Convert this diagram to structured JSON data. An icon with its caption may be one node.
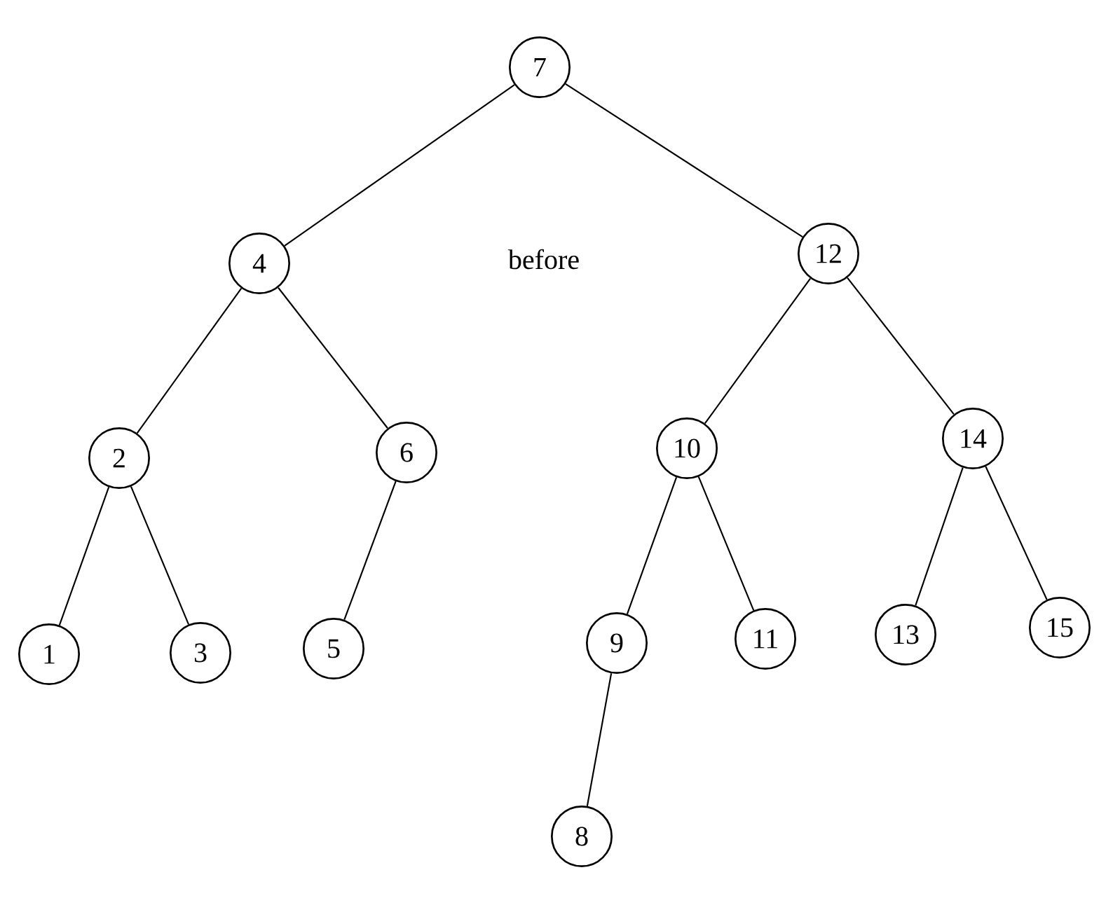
{
  "diagram": {
    "nodes": [
      {
        "text": [
          "7"
        ]
      },
      {
        "text": [
          "4"
        ]
      },
      {
        "text": [
          "12"
        ]
      },
      {
        "text": [
          "2"
        ]
      },
      {
        "text": [
          "6"
        ]
      },
      {
        "text": [
          "10"
        ]
      },
      {
        "text": [
          "14"
        ]
      },
      {
        "text": [
          "1"
        ]
      },
      {
        "text": [
          "3"
        ]
      },
      {
        "text": [
          "5"
        ]
      },
      {
        "text": [
          "9"
        ]
      },
      {
        "text": [
          "11"
        ]
      },
      {
        "text": [
          "13"
        ]
      },
      {
        "text": [
          "15"
        ]
      },
      {
        "text": [
          "8"
        ]
      }
    ],
    "edges": [
      {
        "from": 0,
        "to": 1,
        "arrow": "none"
      },
      {
        "from": 0,
        "to": 2,
        "arrow": "none"
      },
      {
        "from": 1,
        "to": 3,
        "arrow": "none"
      },
      {
        "from": 1,
        "to": 4,
        "arrow": "none"
      },
      {
        "from": 3,
        "to": 7,
        "arrow": "none"
      },
      {
        "from": 3,
        "to": 8,
        "arrow": "none"
      },
      {
        "from": 4,
        "to": 9,
        "arrow": "none"
      },
      {
        "from": 2,
        "to": 5,
        "arrow": "none"
      },
      {
        "from": 2,
        "to": 6,
        "arrow": "none"
      },
      {
        "from": 5,
        "to": 10,
        "arrow": "none"
      },
      {
        "from": 5,
        "to": 11,
        "arrow": "none"
      },
      {
        "from": 6,
        "to": 12,
        "arrow": "none"
      },
      {
        "from": 6,
        "to": 13,
        "arrow": "none"
      },
      {
        "from": 10,
        "to": 14,
        "arrow": "none"
      }
    ],
    "labels": [
      "before"
    ]
  }
}
